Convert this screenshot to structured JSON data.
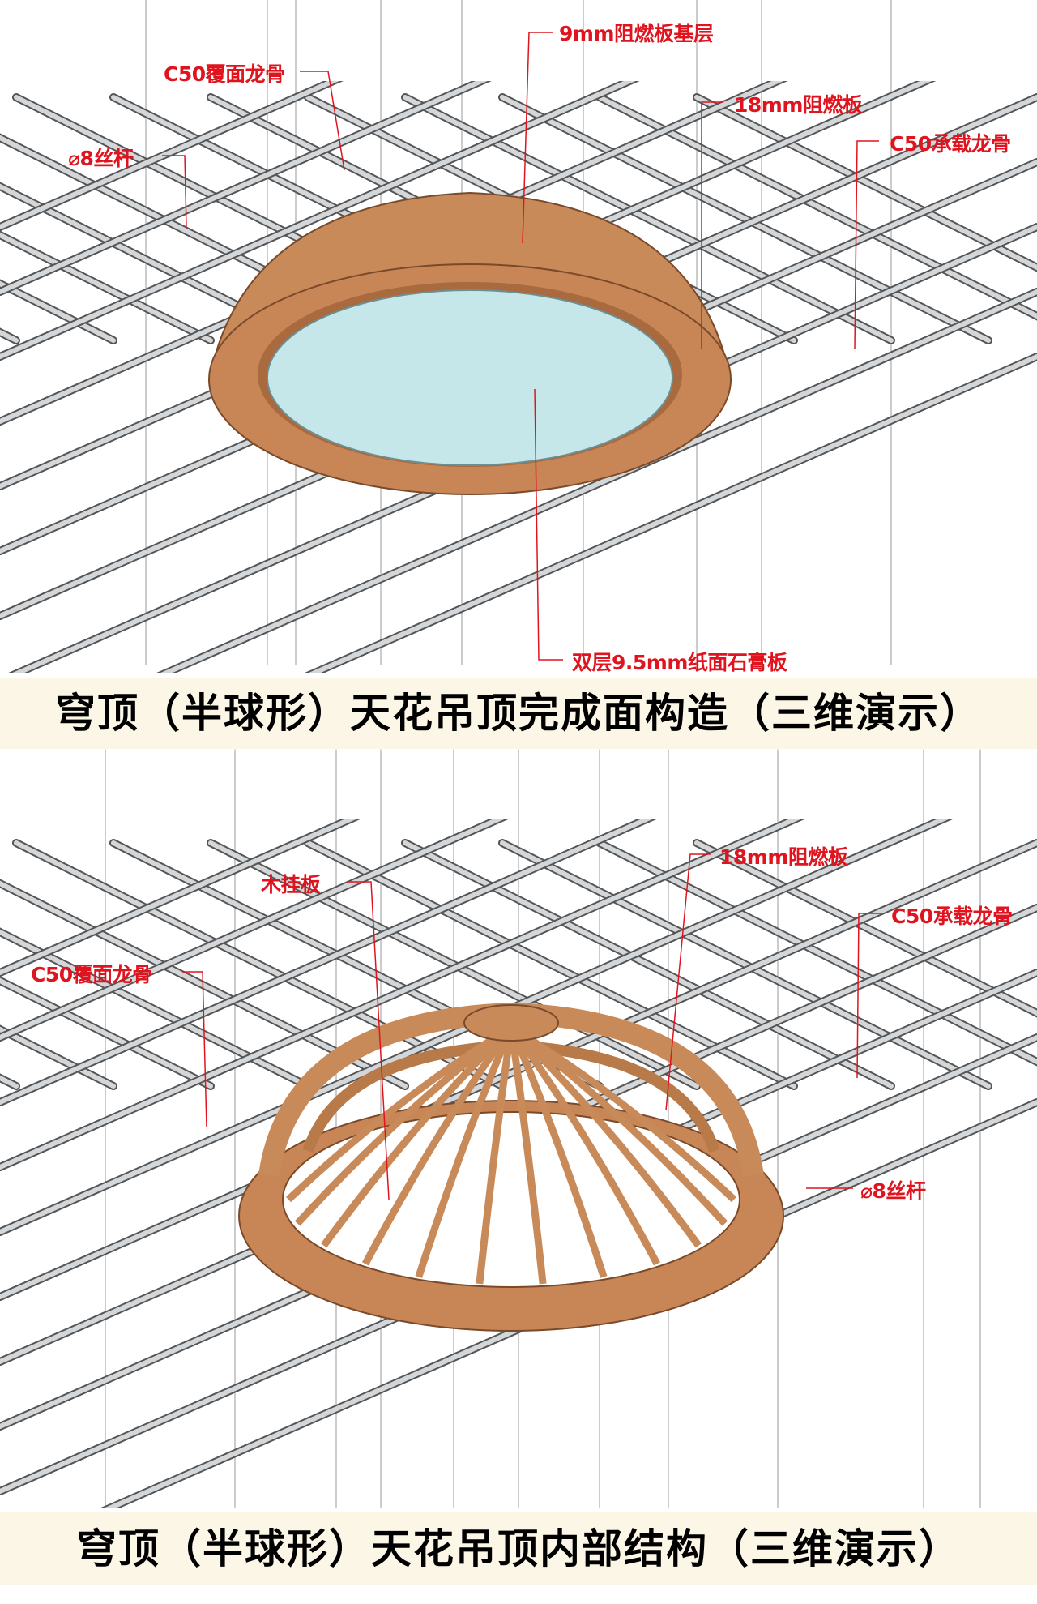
{
  "top_panel": {
    "labels": {
      "base_layer": "9mm阻燃板基层",
      "cover_keel": "C50覆面龙骨",
      "board_18mm": "18mm阻燃板",
      "rod": "⌀8丝杆",
      "bearing_keel": "C50承载龙骨",
      "gypsum": "双层9.5mm纸面石膏板"
    },
    "title": "穹顶（半球形）天花吊顶完成面构造（三维演示）"
  },
  "bottom_panel": {
    "labels": {
      "board_18mm": "18mm阻燃板",
      "wood_hanger": "木挂板",
      "bearing_keel": "C50承载龙骨",
      "cover_keel": "C50覆面龙骨",
      "rod": "⌀8丝杆"
    },
    "title": "穹顶（半球形）天花吊顶内部结构（三维演示）"
  },
  "colors": {
    "label": "#e0141e",
    "wood": "#c98a5a",
    "gypsum": "#bfe3e6",
    "banner": "#fbf6e6",
    "keel": "#bfc3c7"
  }
}
